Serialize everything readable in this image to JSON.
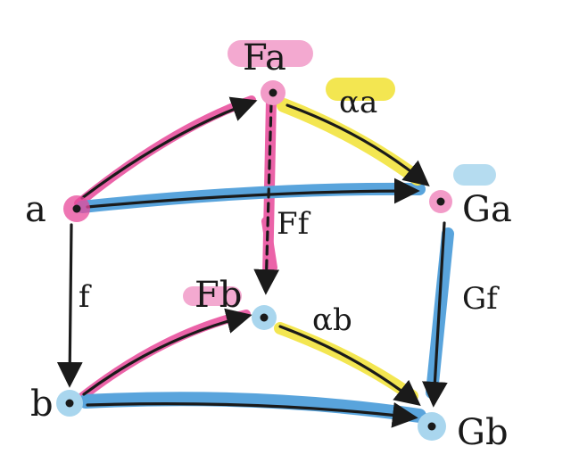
{
  "diagram": {
    "objects": {
      "a": "a",
      "b": "b",
      "Fa": "Fa",
      "Fb": "Fb",
      "Ga": "Ga",
      "Gb": "Gb"
    },
    "morphisms": {
      "f": "f",
      "Ff": "Ff",
      "Gf": "Gf",
      "alpha_a": "αa",
      "alpha_b": "αb"
    },
    "colors": {
      "F_highlight": "#e8489a",
      "G_highlight": "#3d95d6",
      "alpha_highlight": "#f2e233",
      "node_pink": "#f29bc8",
      "node_blue": "#a9d6ee",
      "ink": "#1a1a1a"
    }
  }
}
